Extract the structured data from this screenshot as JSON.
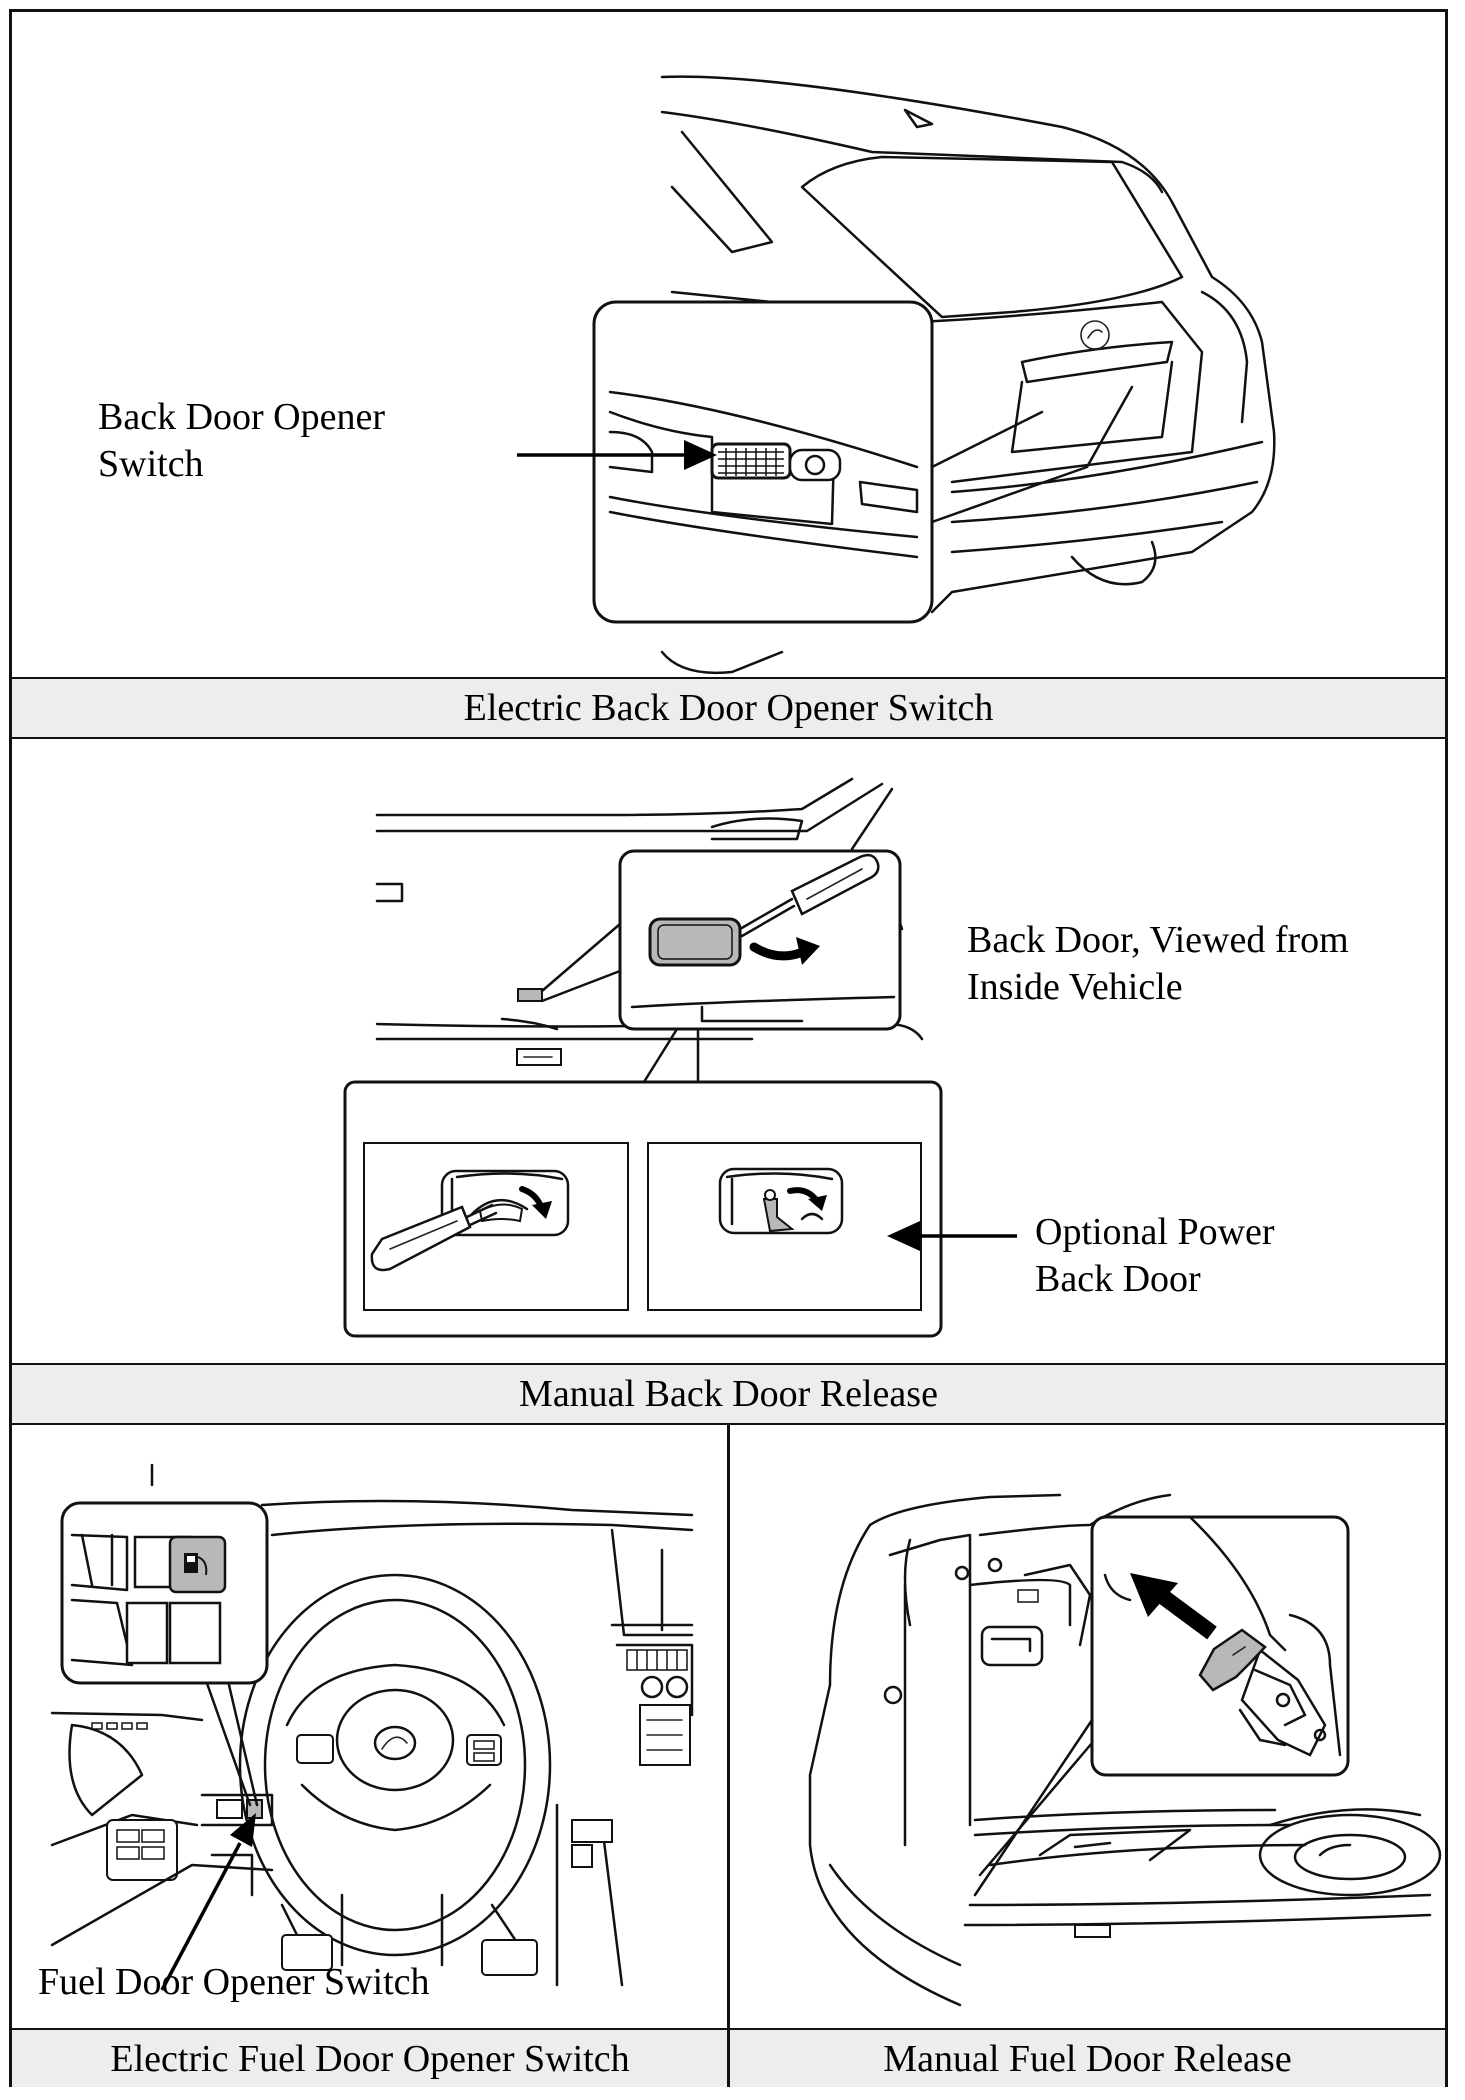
{
  "sections": {
    "electric_back_door": {
      "caption": "Electric Back Door Opener Switch",
      "callout_label_line1": "Back Door Opener",
      "callout_label_line2": "Switch"
    },
    "manual_back_door": {
      "caption": "Manual Back Door Release",
      "view_label_line1": "Back Door, Viewed from",
      "view_label_line2": "Inside Vehicle",
      "option_label_line1": "Optional Power",
      "option_label_line2": "Back Door"
    },
    "electric_fuel_door": {
      "caption": "Electric Fuel Door Opener Switch",
      "callout_label": "Fuel Door Opener Switch"
    },
    "manual_fuel_door": {
      "caption": "Manual Fuel Door Release"
    }
  }
}
